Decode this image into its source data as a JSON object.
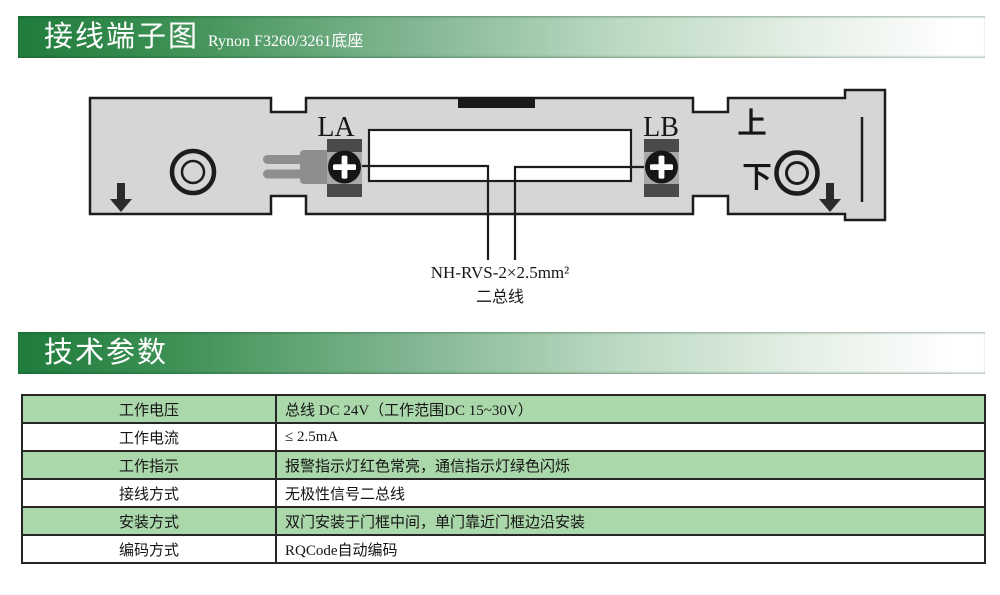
{
  "header1": {
    "title": "接线端子图",
    "subtitle": "Rynon F3260/3261底座"
  },
  "header2": {
    "title": "技术参数"
  },
  "diagram": {
    "terminal_a": "LA",
    "terminal_b": "LB",
    "up_label": "上",
    "down_label": "下",
    "cable_spec": "NH-RVS-2×2.5mm²",
    "cable_name": "二总线"
  },
  "table": {
    "rows": [
      {
        "label": "工作电压",
        "value": "总线 DC 24V（工作范围DC 15~30V）"
      },
      {
        "label": "工作电流",
        "value": "≤ 2.5mA"
      },
      {
        "label": "工作指示",
        "value": "报警指示灯红色常亮，通信指示灯绿色闪烁"
      },
      {
        "label": "接线方式",
        "value": "无极性信号二总线"
      },
      {
        "label": "安装方式",
        "value": "双门安装于门框中间，单门靠近门框边沿安装"
      },
      {
        "label": "编码方式",
        "value": "RQCode自动编码"
      }
    ]
  },
  "colors": {
    "header_green": "#1f7c3c",
    "row_green": "#abd8ab",
    "plate_gray": "#d6d6d6"
  }
}
